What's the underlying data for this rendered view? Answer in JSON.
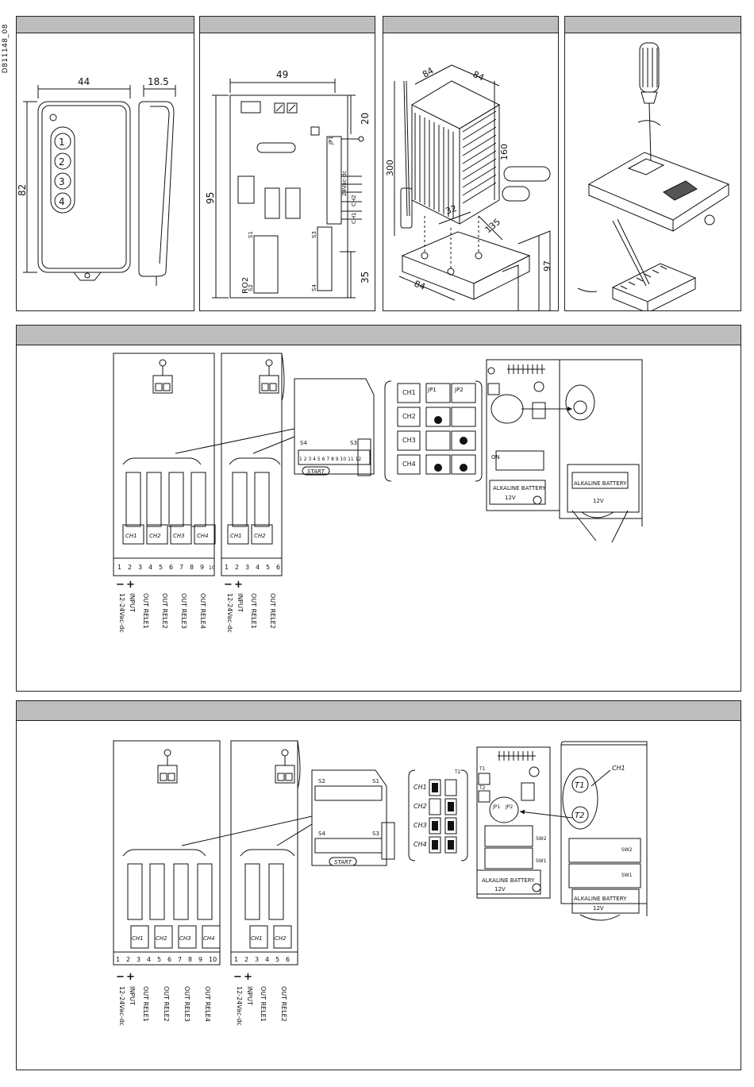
{
  "doc_code": "D811148_08",
  "fig1": {
    "width_label": "44",
    "depth_label": "18.5",
    "height_label": "82",
    "buttons": [
      "1",
      "2",
      "3",
      "4"
    ]
  },
  "fig2": {
    "width_label": "49",
    "height_label": "95",
    "top_label": "20",
    "bottom_label": "35",
    "board_name": "RO2",
    "jp_label": "JP1",
    "voltage_label": "24Vac-dc",
    "ch2_label": "CH2",
    "ch1_label": "CH1",
    "s1": "S1",
    "s2": "S2",
    "s3": "S3",
    "s4": "S4"
  },
  "fig3": {
    "dim_top_left": "84",
    "dim_top_right": "84",
    "dim_height": "300",
    "dim_160": "160",
    "dim_32": "32",
    "dim_135": "135",
    "dim_97": "97",
    "dim_base": "84"
  },
  "wiring": {
    "channels": [
      "CH1",
      "CH2",
      "CH3",
      "CH4"
    ],
    "channels2": [
      "CH1",
      "CH2"
    ],
    "terminals10": [
      "1",
      "2",
      "3",
      "4",
      "5",
      "6",
      "7",
      "8",
      "9",
      "10"
    ],
    "terminals6": [
      "1",
      "2",
      "3",
      "4",
      "5",
      "6"
    ],
    "minus": "−",
    "plus": "+",
    "input_label": "INPUT",
    "voltage_label": "12-24Vac-dc",
    "out_labels4": [
      "OUT RELE1",
      "OUT RELE2",
      "OUT RELE3",
      "OUT RELE4"
    ],
    "out_labels2": [
      "OUT RELE1",
      "OUT RELE2"
    ],
    "start_label": "START",
    "s3": "S3",
    "s4": "S4",
    "s1": "S1",
    "s2": "S2",
    "jp1": "JP1",
    "jp2": "JP2",
    "on": "ON",
    "dip_numbers": "1 2 3 4 5 6 7 8 9 10 11 12",
    "battery_label": "ALKALINE BATTERY",
    "battery_voltage": "12V",
    "t1": "T1",
    "t2": "T2",
    "sw1": "SW1",
    "sw2": "SW2",
    "ch1_bubble": "CH1"
  }
}
